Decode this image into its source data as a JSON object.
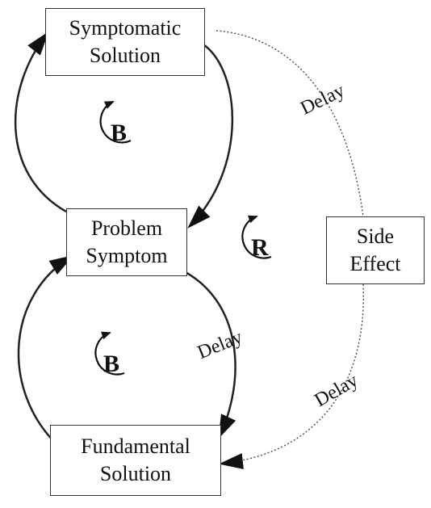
{
  "nodes": {
    "symptomatic": {
      "line1": "Symptomatic",
      "line2": "Solution"
    },
    "problem": {
      "line1": "Problem",
      "line2": "Symptom"
    },
    "fundamental": {
      "line1": "Fundamental",
      "line2": "Solution"
    },
    "side_effect": {
      "line1": "Side",
      "line2": "Effect"
    }
  },
  "loops": {
    "balancing_top": "B",
    "balancing_bottom": "B",
    "reinforcing": "R"
  },
  "delays": {
    "top_right": "Delay",
    "middle": "Delay",
    "bottom_right": "Delay"
  },
  "colors": {
    "line": "#222222",
    "dotted_line": "#555555",
    "box_border": "#333333"
  }
}
